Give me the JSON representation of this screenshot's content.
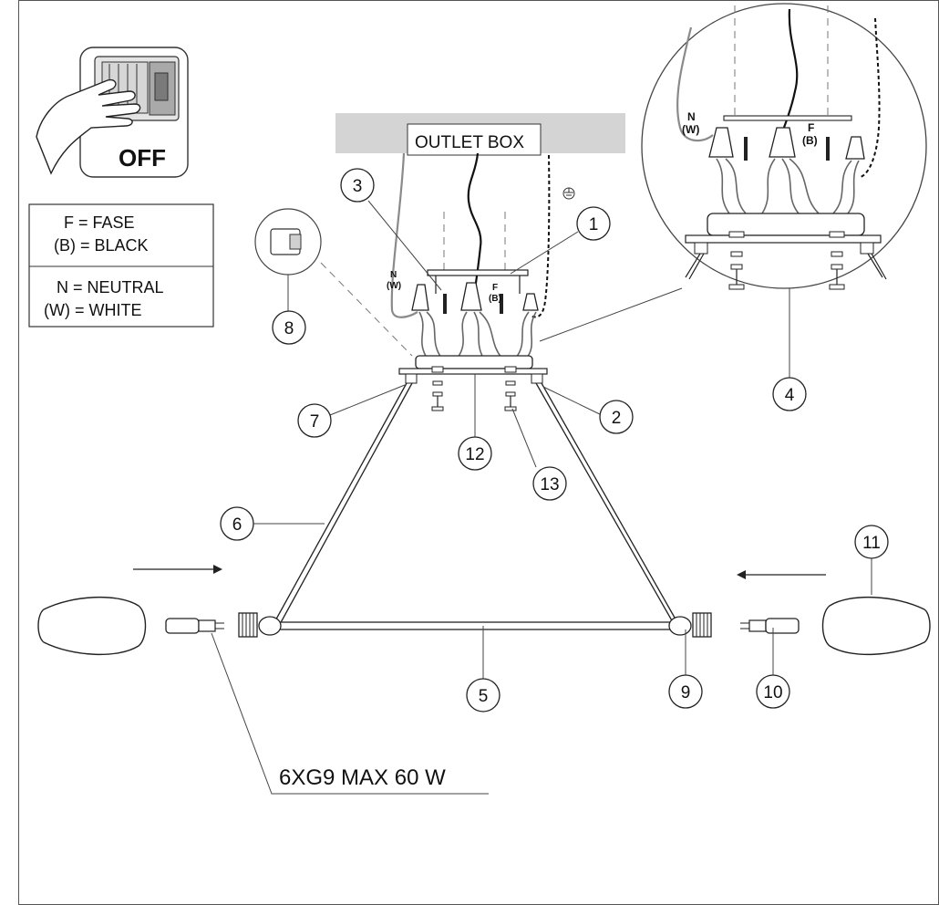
{
  "panel_off": {
    "label": "OFF"
  },
  "legend": {
    "line1": "F   = FASE",
    "line2": "(B)  = BLACK",
    "line3": "N   = NEUTRAL",
    "line4": "(W)  = WHITE"
  },
  "outlet_box": {
    "label": "OUTLET BOX"
  },
  "wire_labels": {
    "neutral_main": "N",
    "neutral_main_sub": "(W)",
    "phase_main": "F",
    "phase_main_sub": "(B)",
    "neutral_detail": "N",
    "neutral_detail_sub": "(W)",
    "phase_detail": "F",
    "phase_detail_sub": "(B)"
  },
  "callouts": [
    "1",
    "2",
    "3",
    "4",
    "5",
    "6",
    "7",
    "8",
    "9",
    "10",
    "11",
    "12",
    "13"
  ],
  "bulb_spec": "6XG9 MAX 60 W"
}
